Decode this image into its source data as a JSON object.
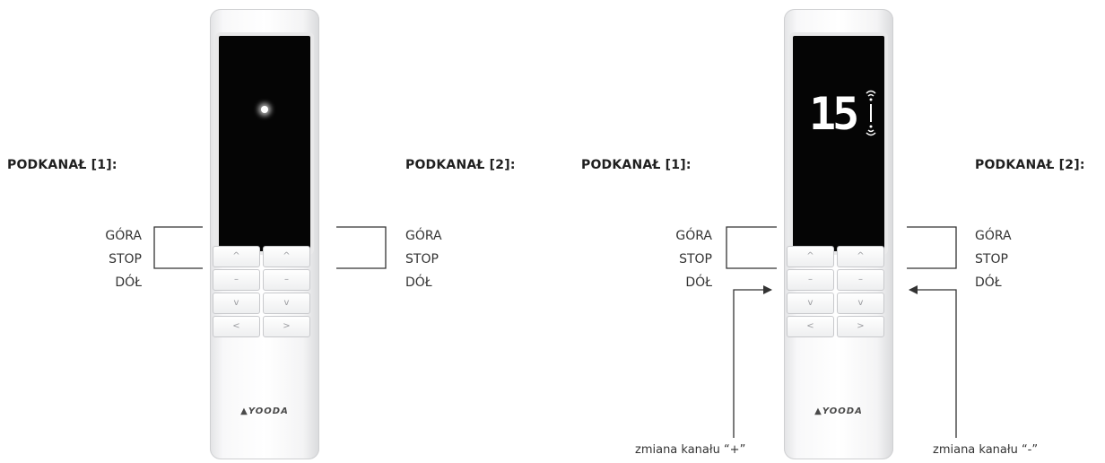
{
  "panels": [
    {
      "subchannel1_title": "PODKANAŁ [1]:",
      "subchannel2_title": "PODKANAŁ [2]:",
      "left_functions": [
        "GÓRA",
        "STOP",
        "DÓŁ"
      ],
      "right_functions": [
        "GÓRA",
        "STOP",
        "DÓŁ"
      ],
      "display": "dot",
      "brand": "YOODA"
    },
    {
      "subchannel1_title": "PODKANAŁ [1]:",
      "subchannel2_title": "PODKANAŁ [2]:",
      "left_functions": [
        "GÓRA",
        "STOP",
        "DÓŁ"
      ],
      "right_functions": [
        "GÓRA",
        "STOP",
        "DÓŁ"
      ],
      "display": "channel-number",
      "display_value": "15",
      "brand": "YOODA",
      "caption_plus": "zmiana kanału “+”",
      "caption_minus": "zmiana kanału “-”"
    }
  ],
  "buttons": {
    "up": "^",
    "stop": "–",
    "down": "v",
    "prev": "<",
    "next": ">"
  },
  "colors": {
    "display_background": "#050505",
    "remote_body": "#f5f5f6",
    "line": "#333333"
  }
}
